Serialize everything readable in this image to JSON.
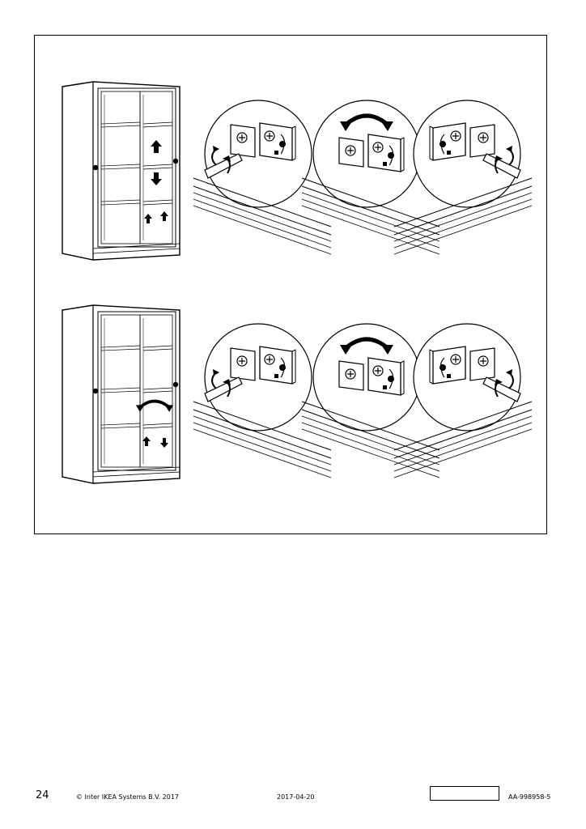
{
  "footer": {
    "page_number": "24",
    "copyright": "© Inter IKEA Systems B.V. 2017",
    "date": "2017-04-20",
    "doc_id": "AA-998958-5"
  },
  "illustration": {
    "steps": [
      {
        "cabinet_arrows": [
          "up-arrow-icon",
          "down-arrow-icon",
          "up-arrow-icon",
          "up-arrow-icon"
        ],
        "detail_circles": [
          "screw-turn-left",
          "rotate-adjuster",
          "screw-turn-right"
        ]
      },
      {
        "cabinet_arrows": [
          "curved-arrow-icon",
          "up-arrow-icon",
          "down-arrow-icon"
        ],
        "detail_circles": [
          "screw-turn-left",
          "rotate-adjuster",
          "screw-turn-right"
        ]
      }
    ],
    "line_color": "#000000",
    "background_color": "#ffffff"
  }
}
